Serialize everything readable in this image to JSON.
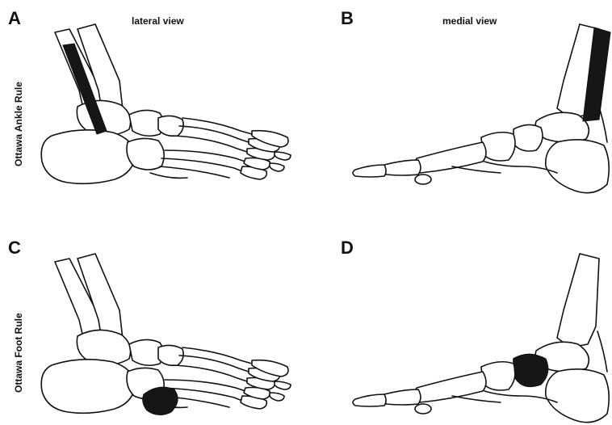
{
  "panels": {
    "a": {
      "letter": "A"
    },
    "b": {
      "letter": "B"
    },
    "c": {
      "letter": "C"
    },
    "d": {
      "letter": "D"
    }
  },
  "view_titles": {
    "lateral": "lateral view",
    "medial": "medial view"
  },
  "row_labels": {
    "top": "Ottawa Ankle Rule",
    "bottom": "Ottawa Foot Rule"
  },
  "colors": {
    "outline": "#111111",
    "highlight_zone": "#161616",
    "background": "#ffffff"
  }
}
